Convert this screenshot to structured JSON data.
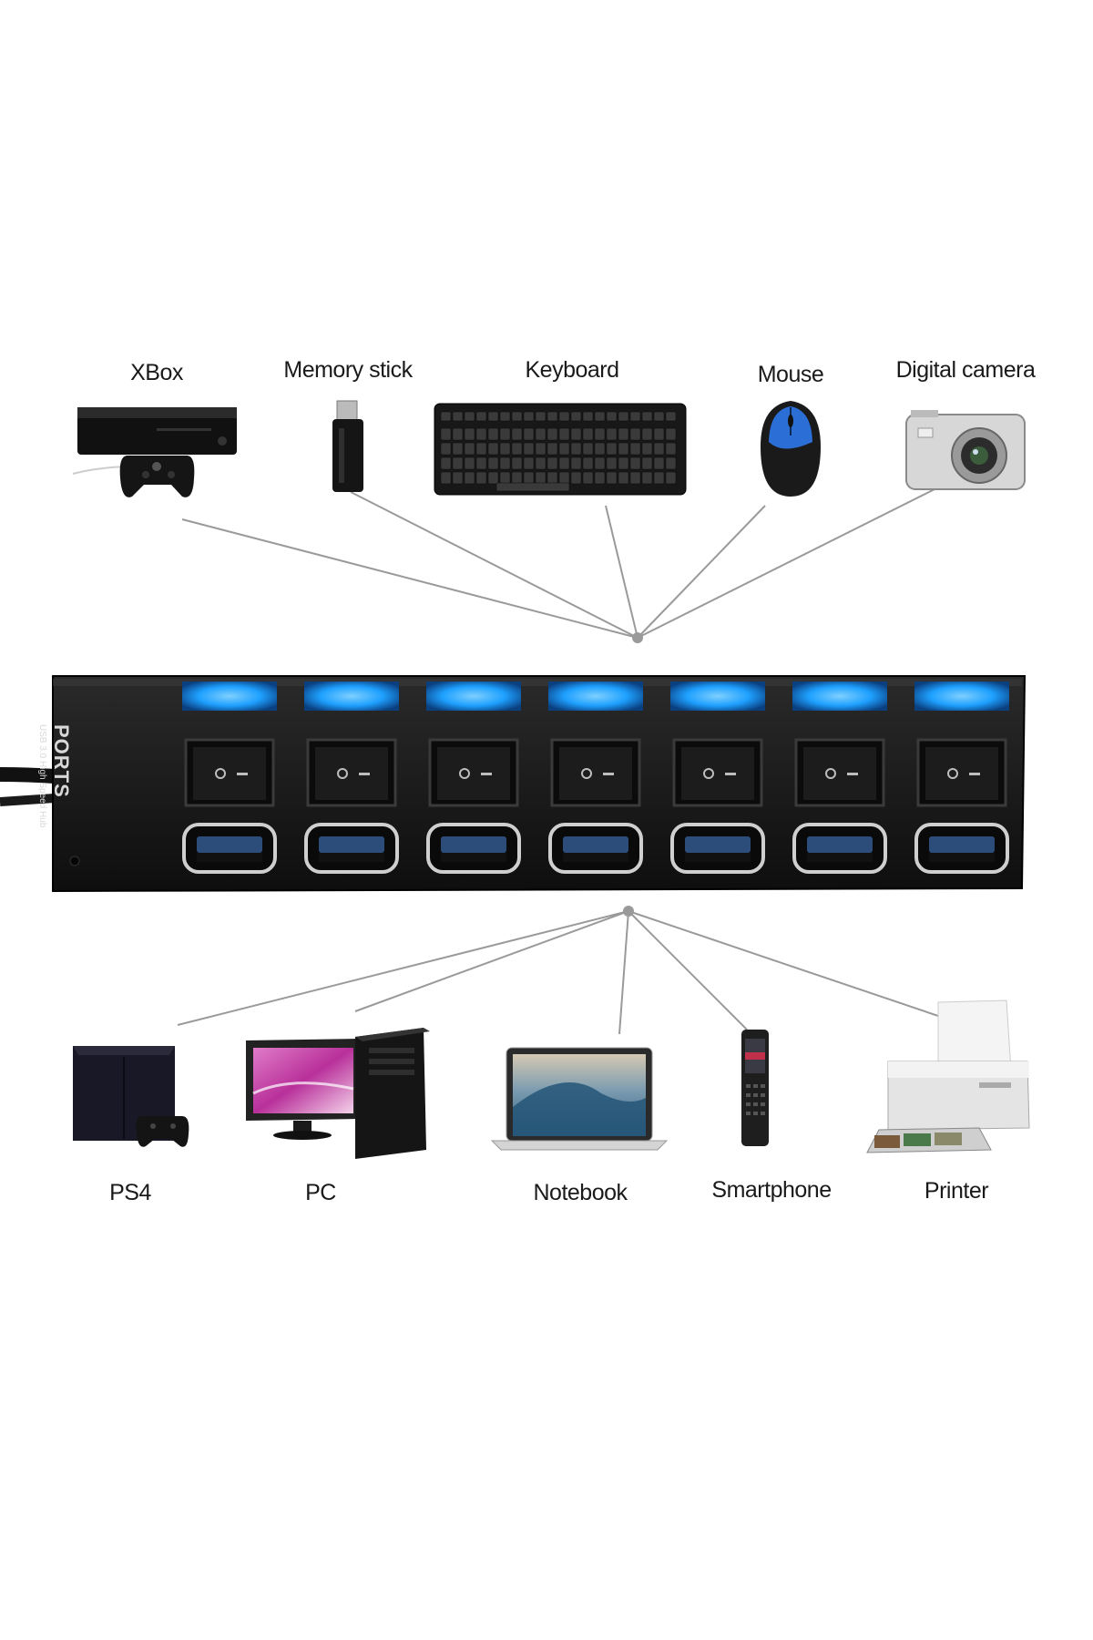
{
  "devices_top": [
    {
      "label": "XBox",
      "icon": "xbox-icon"
    },
    {
      "label": "Memory stick",
      "icon": "memory-stick-icon"
    },
    {
      "label": "Keyboard",
      "icon": "keyboard-icon"
    },
    {
      "label": "Mouse",
      "icon": "mouse-icon"
    },
    {
      "label": "Digital camera",
      "icon": "digital-camera-icon"
    }
  ],
  "devices_bottom": [
    {
      "label": "PS4",
      "icon": "ps4-icon"
    },
    {
      "label": "PC",
      "icon": "pc-icon"
    },
    {
      "label": "Notebook",
      "icon": "notebook-icon"
    },
    {
      "label": "Smartphone",
      "icon": "smartphone-icon"
    },
    {
      "label": "Printer",
      "icon": "printer-icon"
    }
  ],
  "hub": {
    "brand": "PORTS",
    "subtitle": "USB 3.0 High Speed Hub",
    "port_count": 7,
    "led_color": "#1ea0ff",
    "body_color": "#141414"
  }
}
